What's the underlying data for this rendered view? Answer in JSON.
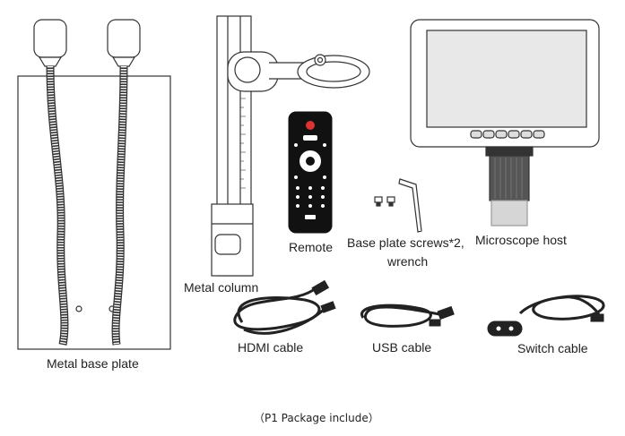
{
  "items": {
    "base_plate": "Metal base plate",
    "column": "Metal column",
    "remote": "Remote",
    "screws_line1": "Base plate screws*2,",
    "screws_line2": "wrench",
    "host": "Microscope host",
    "hdmi": "HDMI cable",
    "usb": "USB cable",
    "switch": "Switch cable"
  },
  "caption": "（P1 Package include）",
  "colors": {
    "line": "#333333",
    "fill": "#ffffff",
    "dark": "#111111",
    "screen": "#e8e8e8"
  }
}
